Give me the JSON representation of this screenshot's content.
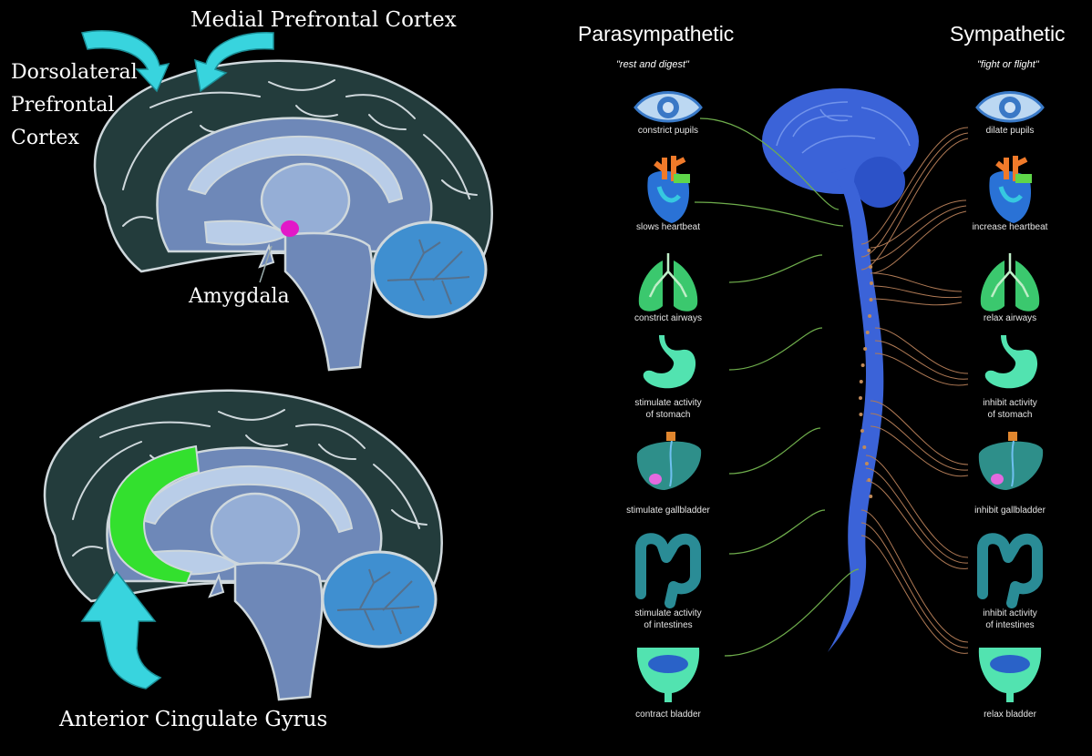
{
  "brain_labels": {
    "medial_pfc": "Medial Prefrontal Cortex",
    "dlpfc_line1": "Dorsolateral",
    "dlpfc_line2": "Prefrontal",
    "dlpfc_line3": "Cortex",
    "amygdala": "Amygdala",
    "acg": "Anterior Cingulate Gyrus"
  },
  "ans": {
    "para_title": "Parasympathetic",
    "para_sub": "\"rest and digest\"",
    "symp_title": "Sympathetic",
    "symp_sub": "\"fight or flight\"",
    "para": [
      {
        "line1": "constrict pupils",
        "line2": ""
      },
      {
        "line1": "slows heartbeat",
        "line2": ""
      },
      {
        "line1": "constrict airways",
        "line2": ""
      },
      {
        "line1": "stimulate activity",
        "line2": "of stomach"
      },
      {
        "line1": "stimulate gallbladder",
        "line2": ""
      },
      {
        "line1": "stimulate activity",
        "line2": "of intestines"
      },
      {
        "line1": "contract bladder",
        "line2": ""
      }
    ],
    "symp": [
      {
        "line1": "dilate pupils",
        "line2": ""
      },
      {
        "line1": "increase heartbeat",
        "line2": ""
      },
      {
        "line1": "relax airways",
        "line2": ""
      },
      {
        "line1": "inhibit activity",
        "line2": "of stomach"
      },
      {
        "line1": "inhibit gallbladder",
        "line2": ""
      },
      {
        "line1": "inhibit activity",
        "line2": "of intestines"
      },
      {
        "line1": "relax bladder",
        "line2": ""
      }
    ]
  },
  "colors": {
    "cortex": "#233c3c",
    "inner_blue": "#6e88b8",
    "pale_blue": "#b9cde8",
    "cerebellum": "#3f8fd0",
    "arrow_cyan": "#38d4de",
    "amygdala": "#e218c8",
    "acg_green": "#33e02e",
    "spine_blue": "#3b63d8",
    "para_nerve": "#6fae4c",
    "symp_nerve": "#b07a55"
  },
  "icons": [
    "eye-icon",
    "heart-icon",
    "lungs-icon",
    "stomach-icon",
    "liver-icon",
    "intestines-icon",
    "bladder-icon"
  ]
}
